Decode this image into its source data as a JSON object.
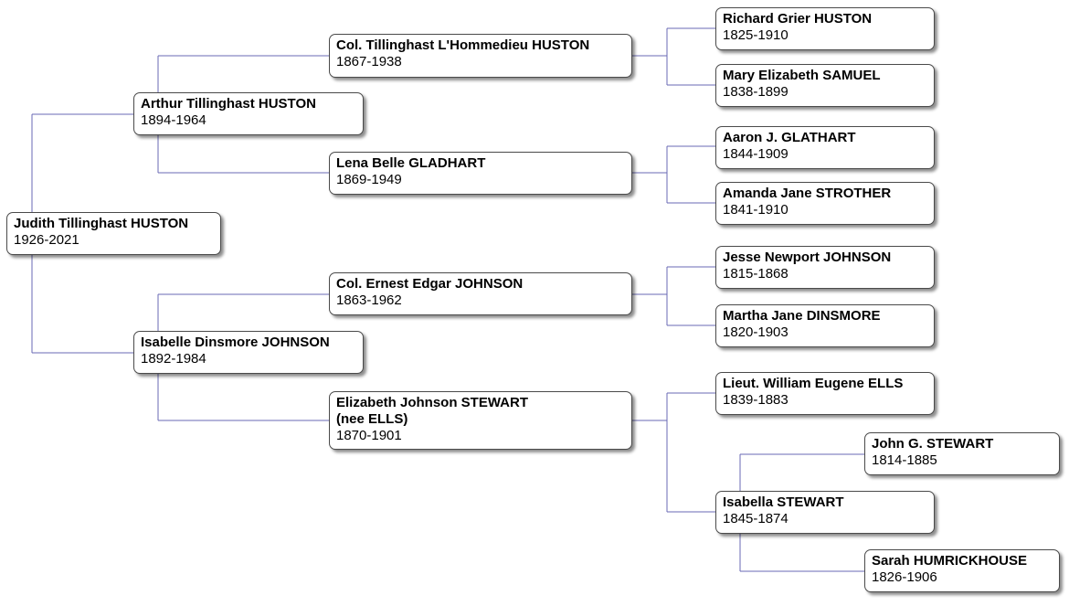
{
  "people": {
    "judith": {
      "name": "Judith Tillinghast HUSTON",
      "dates": "1926-2021"
    },
    "arthur": {
      "name": "Arthur Tillinghast HUSTON",
      "dates": "1894-1964"
    },
    "isabelleJ": {
      "name": "Isabelle Dinsmore JOHNSON",
      "dates": "1892-1984"
    },
    "col_t": {
      "name": "Col. Tillinghast L'Hommedieu HUSTON",
      "dates": "1867-1938"
    },
    "lena": {
      "name": "Lena Belle GLADHART",
      "dates": "1869-1949"
    },
    "col_e": {
      "name": "Col. Ernest Edgar JOHNSON",
      "dates": "1863-1962"
    },
    "elizabeth": {
      "name": "Elizabeth Johnson STEWART\n(nee ELLS)",
      "dates": "1870-1901"
    },
    "richard": {
      "name": "Richard Grier HUSTON",
      "dates": "1825-1910"
    },
    "mary": {
      "name": "Mary Elizabeth SAMUEL",
      "dates": "1838-1899"
    },
    "aaron": {
      "name": "Aaron J. GLATHART",
      "dates": "1844-1909"
    },
    "amanda": {
      "name": "Amanda Jane STROTHER",
      "dates": "1841-1910"
    },
    "jesse": {
      "name": "Jesse Newport JOHNSON",
      "dates": "1815-1868"
    },
    "martha": {
      "name": "Martha Jane DINSMORE",
      "dates": "1820-1903"
    },
    "william": {
      "name": "Lieut. William Eugene ELLS",
      "dates": "1839-1883"
    },
    "isabellaS": {
      "name": "Isabella STEWART",
      "dates": "1845-1874"
    },
    "john": {
      "name": "John G. STEWART",
      "dates": "1814-1885"
    },
    "sarah": {
      "name": "Sarah HUMRICKHOUSE",
      "dates": "1826-1906"
    }
  },
  "colors": {
    "connector": "#6a6ab4",
    "border": "#4a4a4a"
  }
}
